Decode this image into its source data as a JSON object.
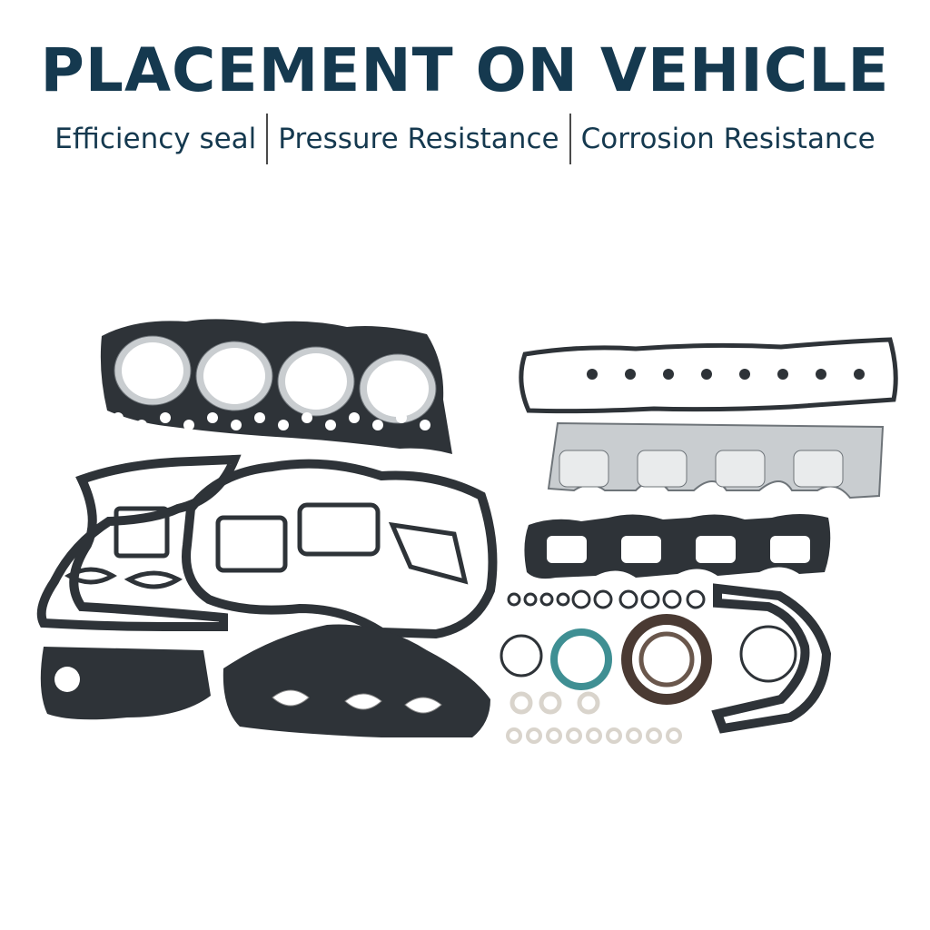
{
  "headline": "PLACEMENT ON VEHICLE",
  "features": [
    "Efficiency seal",
    "Pressure Resistance",
    "Corrosion Resistance"
  ],
  "colors": {
    "brand_navy": "#15394f",
    "separator": "#4a4a4a",
    "gasket_dark": "#2e3338",
    "gasket_hole": "#ffffff",
    "steel": "#c9cdd0",
    "steel_edge": "#6e7479",
    "seal_teal": "#3f8f93",
    "seal_brown": "#4a3a33",
    "washer": "#d9d4cc"
  },
  "icons": {
    "head_gasket": "cylinder-head-gasket-icon",
    "valve_cover": "valve-cover-gasket-icon",
    "exhaust": "exhaust-manifold-gasket-icon",
    "intake": "intake-manifold-gasket-icon",
    "timing": "timing-cover-gasket-icon"
  }
}
